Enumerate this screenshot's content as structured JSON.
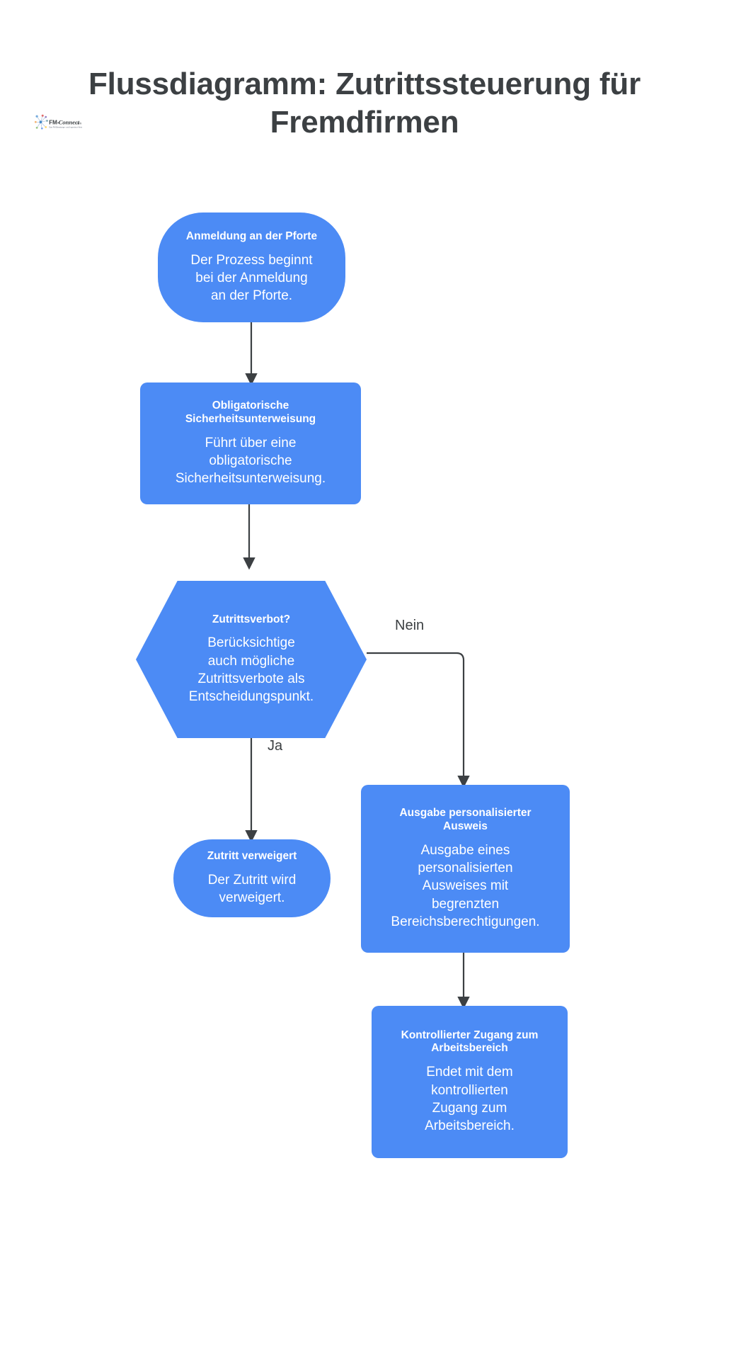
{
  "page": {
    "title_line1": "Flussdiagramm: Zutrittssteuerung für",
    "title_line2": "Fremdfirmen",
    "title_full": "Flussdiagramm: Zutrittssteuerung für\nFremdfirmen",
    "background_color": "#ffffff",
    "node_color": "#4c8bf5",
    "node_text_color": "#ffffff",
    "edge_color": "#3c4043",
    "title_color": "#3c4043"
  },
  "logo": {
    "name": "fm-connect-logo",
    "brand": "FM-Connect.com",
    "brand_prefix": "FM-",
    "brand_suffix": "Connect",
    "brand_tld": ".com",
    "tagline": "Das FM Beratungs- und Ingenieur-Netzwerk"
  },
  "chart_data": {
    "type": "flowchart",
    "title": "Flussdiagramm: Zutrittssteuerung für Fremdfirmen",
    "orientation": "top-to-bottom",
    "nodes": [
      {
        "id": "n1",
        "shape": "stadium",
        "title": "Anmeldung an der Pforte",
        "desc": "Der Prozess beginnt\nbei der Anmeldung\nan der Pforte."
      },
      {
        "id": "n2",
        "shape": "rect",
        "title": "Obligatorische\nSicherheitsunterweisung",
        "desc": "Führt über eine\nobligatorische\nSicherheitsunterweisung."
      },
      {
        "id": "n3",
        "shape": "hexagon",
        "title": "Zutrittsverbot?",
        "desc": "Berücksichtige\nauch mögliche\nZutrittsverbote als\nEntscheidungspunkt."
      },
      {
        "id": "n4",
        "shape": "stadium",
        "title": "Zutritt verweigert",
        "desc": "Der Zutritt wird\nverweigert."
      },
      {
        "id": "n5",
        "shape": "rect",
        "title": "Ausgabe personalisierter\nAusweis",
        "desc": "Ausgabe eines\npersonalisierten\nAusweises mit\nbegrenzten\nBereichsberechtigungen."
      },
      {
        "id": "n6",
        "shape": "rect",
        "title": "Kontrollierter Zugang zum\nArbeitsbereich",
        "desc": "Endet mit dem\nkontrollierten\nZugang zum\nArbeitsbereich."
      }
    ],
    "edges": [
      {
        "from": "n1",
        "to": "n2",
        "label": ""
      },
      {
        "from": "n2",
        "to": "n3",
        "label": ""
      },
      {
        "from": "n3",
        "to": "n4",
        "label": "Ja"
      },
      {
        "from": "n3",
        "to": "n5",
        "label": "Nein"
      },
      {
        "from": "n5",
        "to": "n6",
        "label": ""
      }
    ]
  }
}
